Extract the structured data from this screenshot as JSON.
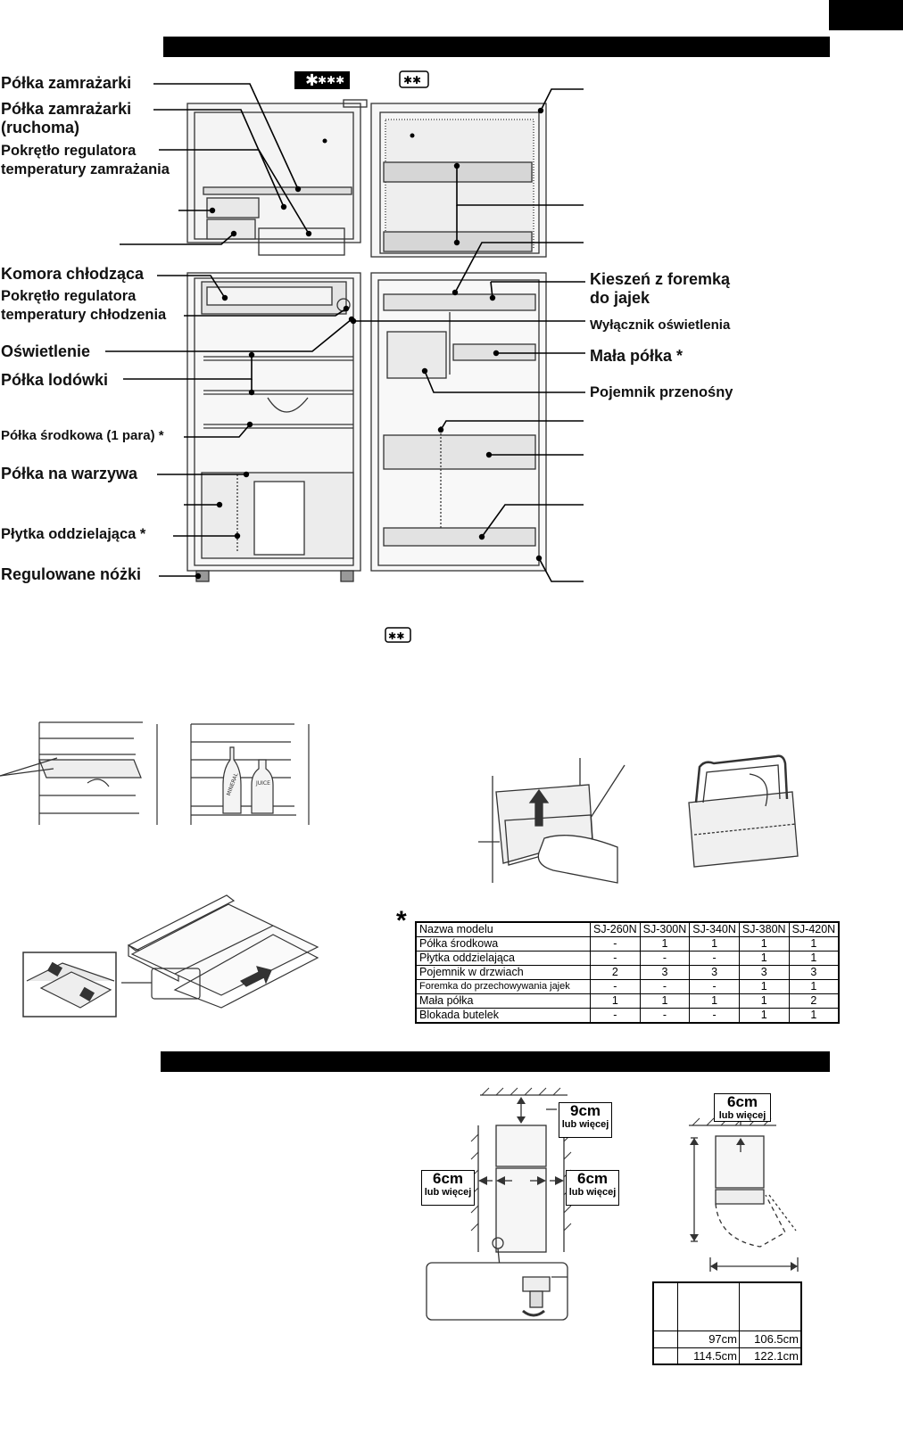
{
  "labels": {
    "freezer_shelf": "Półka zamrażarki",
    "freezer_shelf_movable_1": "Półka zamrażarki",
    "freezer_shelf_movable_2": "(ruchoma)",
    "freezer_dial_1": "Pokrętło regulatora",
    "freezer_dial_2": "temperatury zamrażania",
    "chiller": "Komora chłodząca",
    "fridge_dial_1": "Pokrętło regulatora",
    "fridge_dial_2": "temperatury chłodzenia",
    "light": "Oświetlenie",
    "fridge_shelf": "Półka lodówki",
    "middle_shelf": "Półka środkowa (1 para) *",
    "vegetable_shelf": "Półka na warzywa",
    "divider": "Płytka oddzielająca *",
    "feet": "Regulowane nóżki",
    "egg_pocket_1": "Kieszeń z foremką",
    "egg_pocket_2": "do jajek",
    "light_switch": "Wyłącznik oświetlenia",
    "small_shelf": "Mała półka *",
    "portable_container": "Pojemnik przenośny"
  },
  "spec_table": {
    "asterisk": "*",
    "header": [
      "Nazwa modelu",
      "SJ-260N",
      "SJ-300N",
      "SJ-340N",
      "SJ-380N",
      "SJ-420N"
    ],
    "rows": [
      [
        "Półka środkowa",
        "-",
        "1",
        "1",
        "1",
        "1"
      ],
      [
        "Płytka oddzielająca",
        "-",
        "-",
        "-",
        "1",
        "1"
      ],
      [
        "Pojemnik w drzwiach",
        "2",
        "3",
        "3",
        "3",
        "3"
      ],
      [
        "Foremka do przechowywania jajek",
        "-",
        "-",
        "-",
        "1",
        "1"
      ],
      [
        "Mała półka",
        "1",
        "1",
        "1",
        "1",
        "2"
      ],
      [
        "Blokada butelek",
        "-",
        "-",
        "-",
        "1",
        "1"
      ]
    ]
  },
  "clearances": {
    "top": "9cm",
    "left": "6cm",
    "right": "6cm",
    "side_top": "6cm",
    "sub": "lub więcej"
  },
  "dims_table": {
    "rows": [
      [
        "",
        "97cm",
        "106.5cm"
      ],
      [
        "",
        "114.5cm",
        "122.1cm"
      ]
    ]
  },
  "bottle_labels": [
    "MINERAL",
    "JUICE"
  ]
}
